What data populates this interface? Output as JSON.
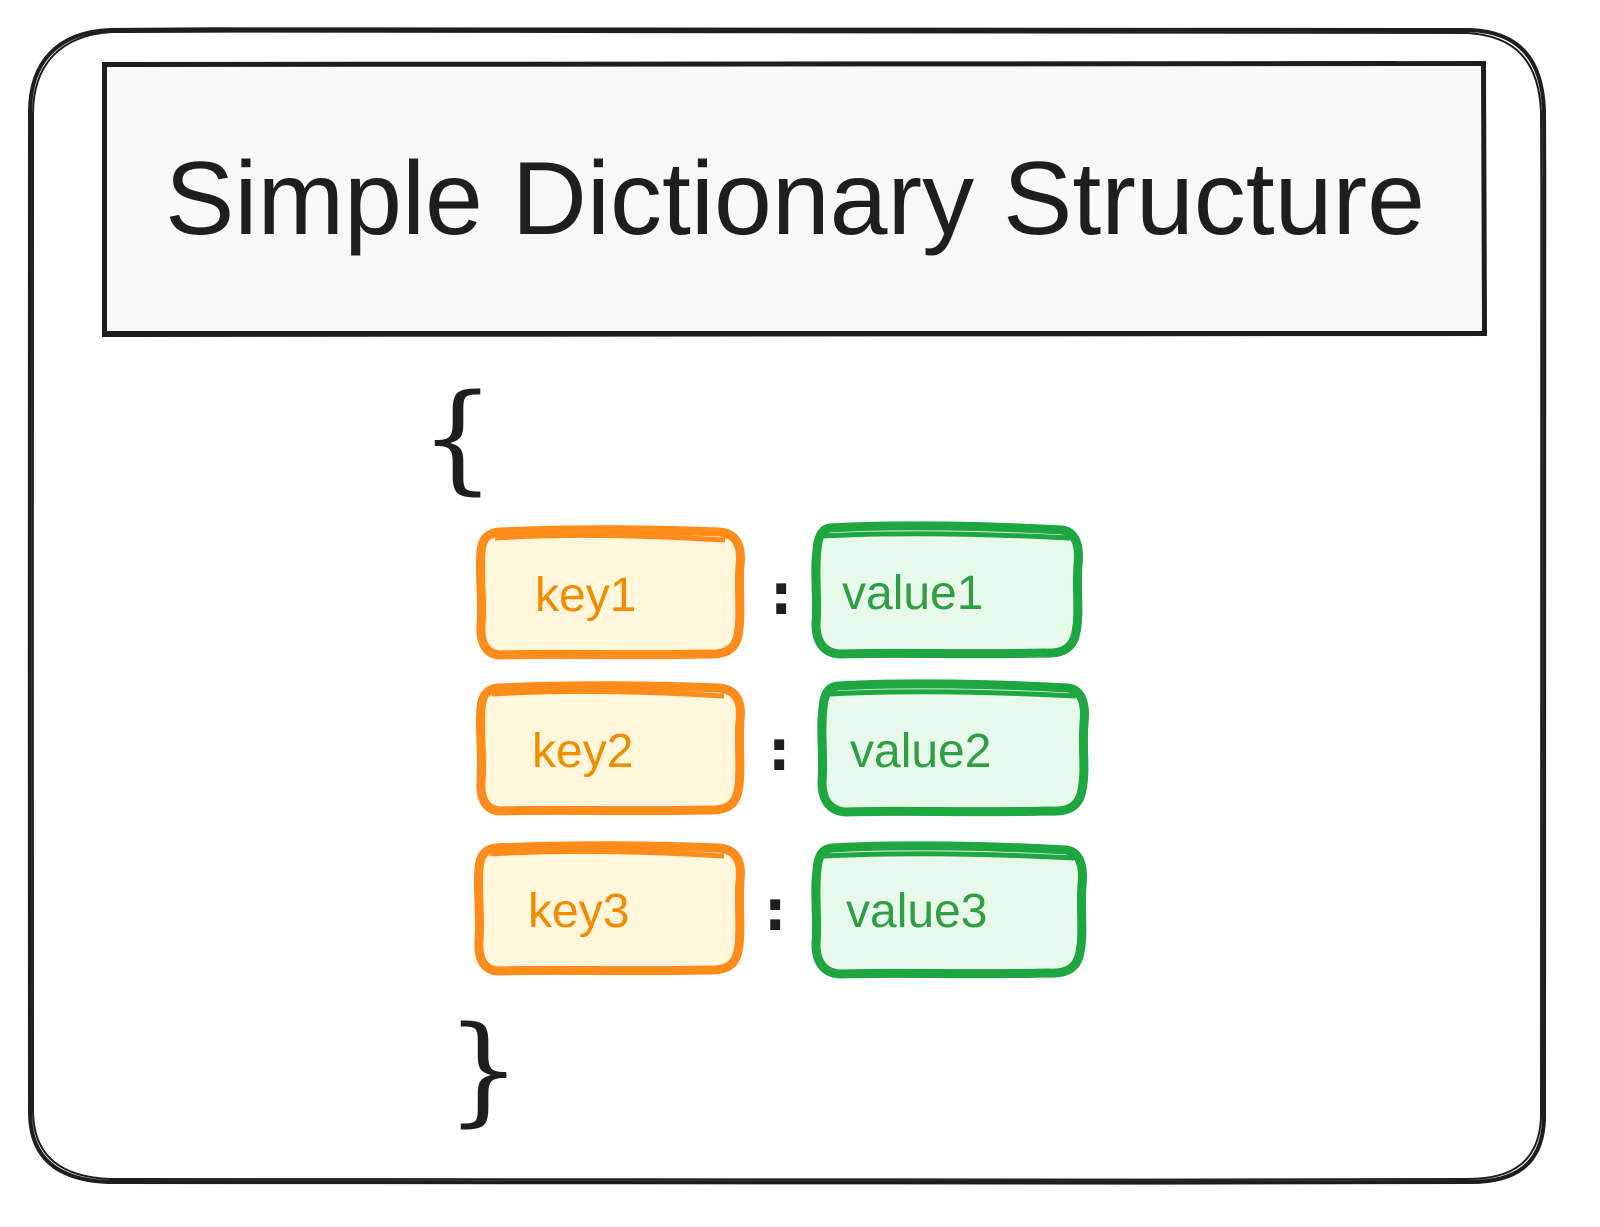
{
  "title": "Simple Dictionary Structure",
  "braces": {
    "open": "{",
    "close": "}"
  },
  "separator": ":",
  "entries": [
    {
      "key": "key1",
      "value": "value1"
    },
    {
      "key": "key2",
      "value": "value2"
    },
    {
      "key": "key3",
      "value": "value3"
    }
  ],
  "colors": {
    "outline": "#1e1e1e",
    "title_fill": "#f8f9fa",
    "key_stroke": "#fd8c1a",
    "key_fill": "#fff6db",
    "key_text": "#f08c00",
    "value_stroke": "#1ea641",
    "value_fill": "#e6f9ea",
    "value_text": "#2f9e44"
  }
}
